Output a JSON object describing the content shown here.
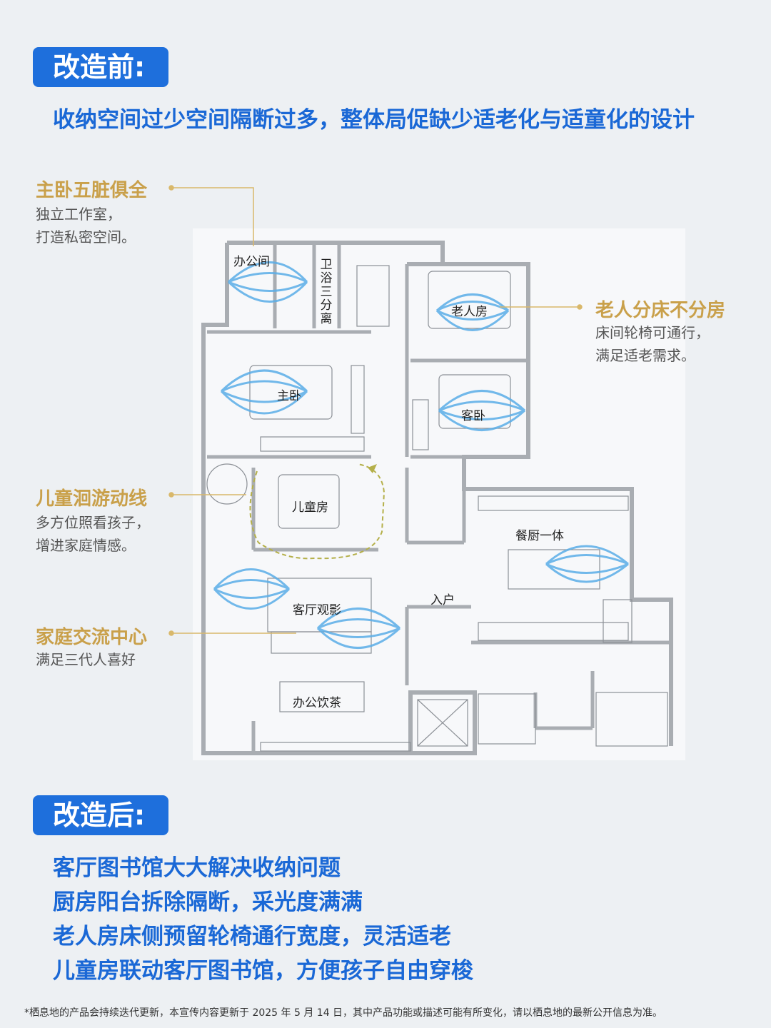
{
  "before": {
    "tag": "改造前:",
    "headline": "收纳空间过少空间隔断过多，整体局促缺少适老化与适童化的设计"
  },
  "annotations": [
    {
      "title": "主卧五脏俱全",
      "desc": [
        "独立工作室，",
        "打造私密空间。"
      ]
    },
    {
      "title": "老人分床不分房",
      "desc": [
        "床间轮椅可通行，",
        "满足适老需求。"
      ]
    },
    {
      "title": "儿童洄游动线",
      "desc": [
        "多方位照看孩子，",
        "增进家庭情感。"
      ]
    },
    {
      "title": "家庭交流中心",
      "desc": [
        "满足三代人喜好"
      ]
    }
  ],
  "rooms": {
    "office": "办公间",
    "bath": "卫浴三分离",
    "elder": "老人房",
    "master": "主卧",
    "guest": "客卧",
    "kids": "儿童房",
    "dining": "餐厨一体",
    "entry": "入户",
    "living": "客厅观影",
    "tea": "办公饮茶"
  },
  "after": {
    "tag": "改造后:",
    "lines": [
      "客厅图书馆大大解决收纳问题",
      "厨房阳台拆除隔断，采光度满满",
      "老人房床侧预留轮椅通行宽度，灵活适老",
      "儿童房联动客厅图书馆，方便孩子自由穿梭"
    ]
  },
  "footnote": "*栖息地的产品会持续迭代更新，本宣传内容更新于 2025 年 5 月 14 日，其中产品功能或描述可能有所变化，请以栖息地的最新公开信息为准。",
  "colors": {
    "accent_blue": "#1e6fdc",
    "headline_blue": "#1a68d6",
    "annotation_gold": "#c9a04a",
    "wall_gray": "#a9adb2",
    "airflow_blue": "#5aaee8",
    "path_olive": "#b5b04a"
  }
}
